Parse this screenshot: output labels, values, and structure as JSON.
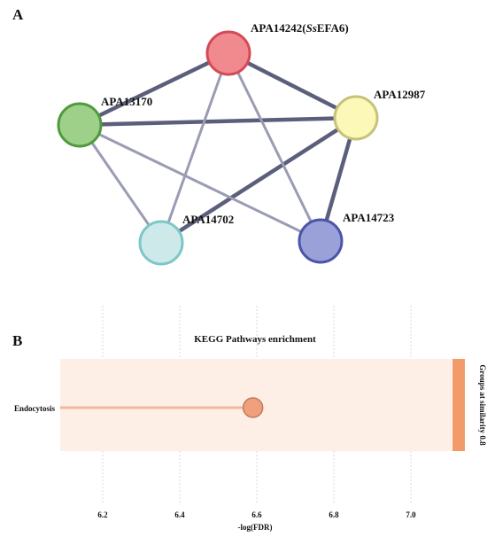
{
  "panel_a": {
    "label": "A",
    "nodes": [
      {
        "id": "apa14242",
        "label_prefix": "APA14242(",
        "label_italic": "Ss",
        "label_suffix": "EFA6)",
        "fill": "#f08a8f",
        "stroke": "#d44a55"
      },
      {
        "id": "apa13170",
        "label": "APA13170",
        "fill": "#9fd08a",
        "stroke": "#4f9a3e"
      },
      {
        "id": "apa12987",
        "label": "APA12987",
        "fill": "#fbf8b8",
        "stroke": "#c7c27a"
      },
      {
        "id": "apa14702",
        "label": "APA14702",
        "fill": "#cde9ea",
        "stroke": "#7cc7c7"
      },
      {
        "id": "apa14723",
        "label": "APA14723",
        "fill": "#9aa1d9",
        "stroke": "#4a55a8"
      }
    ],
    "edges": [
      {
        "from": "apa14242",
        "to": "apa13170",
        "weight": "strong"
      },
      {
        "from": "apa14242",
        "to": "apa12987",
        "weight": "strong"
      },
      {
        "from": "apa13170",
        "to": "apa12987",
        "weight": "strong"
      },
      {
        "from": "apa12987",
        "to": "apa14702",
        "weight": "strong"
      },
      {
        "from": "apa12987",
        "to": "apa14723",
        "weight": "strong"
      },
      {
        "from": "apa14242",
        "to": "apa14702",
        "weight": "weak"
      },
      {
        "from": "apa14242",
        "to": "apa14723",
        "weight": "weak"
      },
      {
        "from": "apa13170",
        "to": "apa14702",
        "weight": "weak"
      },
      {
        "from": "apa13170",
        "to": "apa14723",
        "weight": "weak"
      }
    ],
    "colors": {
      "strong_edge": "#5b5f7c",
      "weak_edge": "#9a9cb4"
    }
  },
  "panel_b": {
    "label": "B",
    "chart_data": {
      "type": "lollipop",
      "title": "KEGG Pathways enrichment",
      "xlabel": "-log(FDR)",
      "ylabel": "",
      "xticks": [
        "6.2",
        "6.4",
        "6.6",
        "6.8",
        "7.0"
      ],
      "categories": [
        "Endocytosis"
      ],
      "values": [
        6.59
      ],
      "xlim": [
        6.08,
        7.15
      ],
      "grid": true,
      "group_label": "Groups at similarity 0.8",
      "colors": {
        "band": "#fdeee6",
        "stem": "#f3b79c",
        "marker_fill": "#f0a07c",
        "marker_stroke": "#c07a5a",
        "group_bar": "#f39a6b"
      }
    }
  }
}
